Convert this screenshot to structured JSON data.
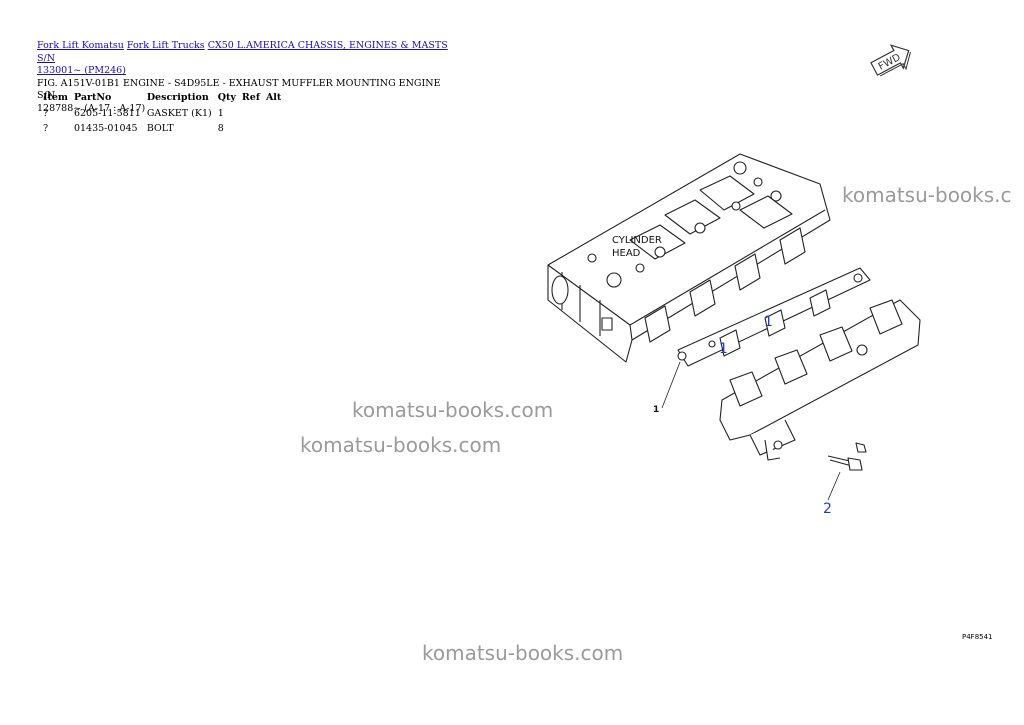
{
  "breadcrumb": {
    "links": [
      "Fork Lift Komatsu",
      "Fork Lift Trucks",
      "CX50 L.AMERICA CHASSIS, ENGINES & MASTS S/N",
      "133001~ (PM246)"
    ]
  },
  "figure_title_line1": "FIG. A151V-01B1 ENGINE - S4D95LE - EXHAUST MUFFLER MOUNTING ENGINE S/N",
  "figure_title_line2": "128788~ (A-17 : A-17)",
  "table": {
    "headers": [
      "Item",
      "PartNo",
      "Description",
      "Qty",
      "Ref",
      "Alt"
    ],
    "rows": [
      {
        "item": "?",
        "partno": "6205-11-5811",
        "description": "GASKET (K1)",
        "qty": "1",
        "ref": "",
        "alt": ""
      },
      {
        "item": "?",
        "partno": "01435-01045",
        "description": "BOLT",
        "qty": "8",
        "ref": "",
        "alt": ""
      }
    ]
  },
  "watermarks": [
    "komatsu-books.c",
    "komatsu-books.com",
    "komatsu-books.com",
    "komatsu-books.com"
  ],
  "diagram": {
    "cylinder_label_1": "CYLINDER",
    "cylinder_label_2": "HEAD",
    "callout_gasket": "1",
    "callout_bolt": "2",
    "callout_blue_1": "1",
    "callout_blue_2": "1",
    "ref_code": "P4F8541",
    "fwd_label": "FWD"
  },
  "colors": {
    "link": "#1a0dab",
    "watermark": "#9a9a9a",
    "callout_blue": "#1f3fbf"
  }
}
